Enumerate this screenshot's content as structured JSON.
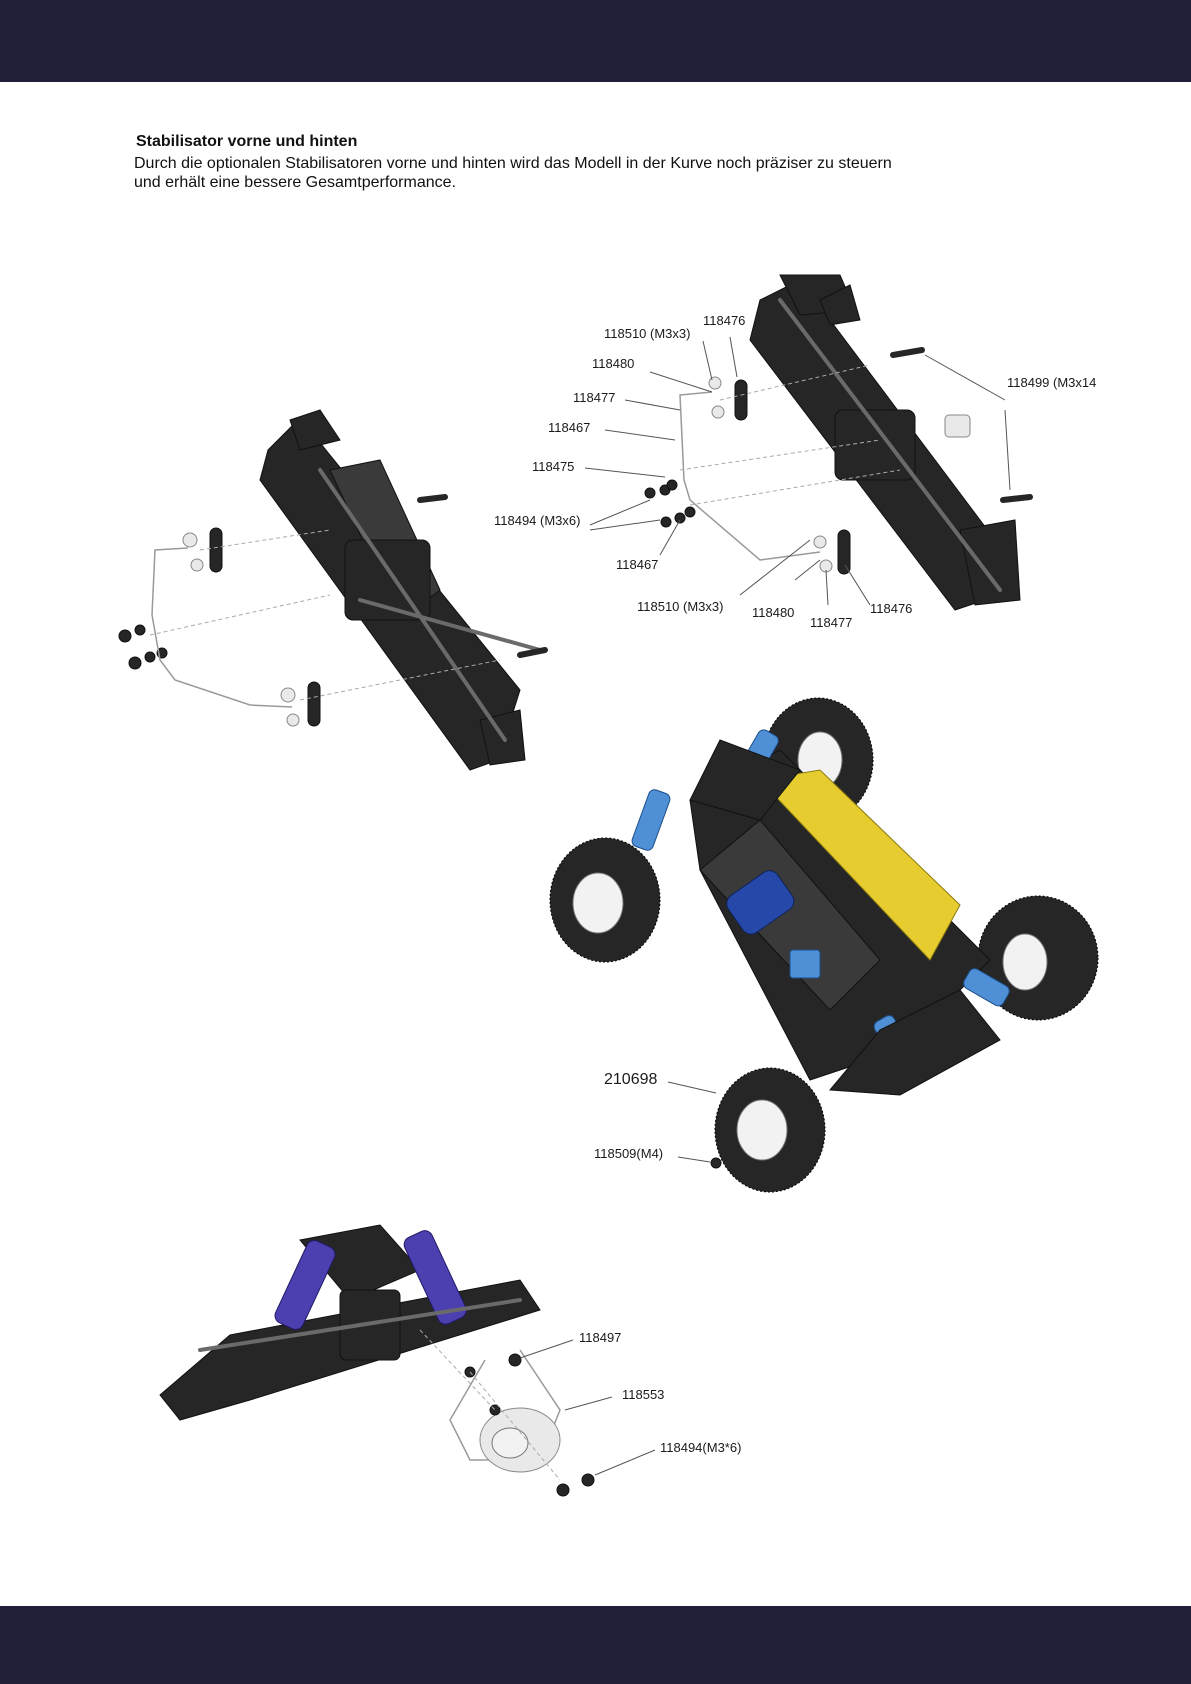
{
  "colors": {
    "band": "#1f1f3a",
    "part_dark": "#262626",
    "part_mid": "#3a3a3a",
    "part_light": "#e9e9e9",
    "shock_blue": "#4f8fd6",
    "shock_purple": "#4c3fb0",
    "body_yellow": "#e6cc2e",
    "motor_blue": "#2648a8",
    "leader": "#555555"
  },
  "section": {
    "heading": "Stabilisator vorne und hinten",
    "body_line1": "Durch die optionalen Stabilisatoren vorne und hinten wird das Modell in der Kurve noch präziser zu steuern",
    "body_line2": "und erhält eine bessere Gesamtperformance."
  },
  "callouts": {
    "c1": "118476",
    "c2": "118510 (M3x3)",
    "c3": "118480",
    "c4": "118477",
    "c5": "118467",
    "c6": "118475",
    "c7": "118494 (M3x6)",
    "c8": "118467",
    "c9": "118510 (M3x3)",
    "c10": "118480",
    "c11": "118477",
    "c12": "118476",
    "c13": "118499 (M3x14",
    "c14": "210698",
    "c15": "118509(M4)",
    "c16": "118497",
    "c17": "118553",
    "c18": "118494(M3*6)"
  },
  "icons": {
    "rear_assembly": "rear-suspension-exploded-icon",
    "front_assembly": "front-suspension-exploded-icon",
    "truck": "rc-truggy-car-icon",
    "fan_assembly": "cooling-fan-bracket-icon"
  }
}
